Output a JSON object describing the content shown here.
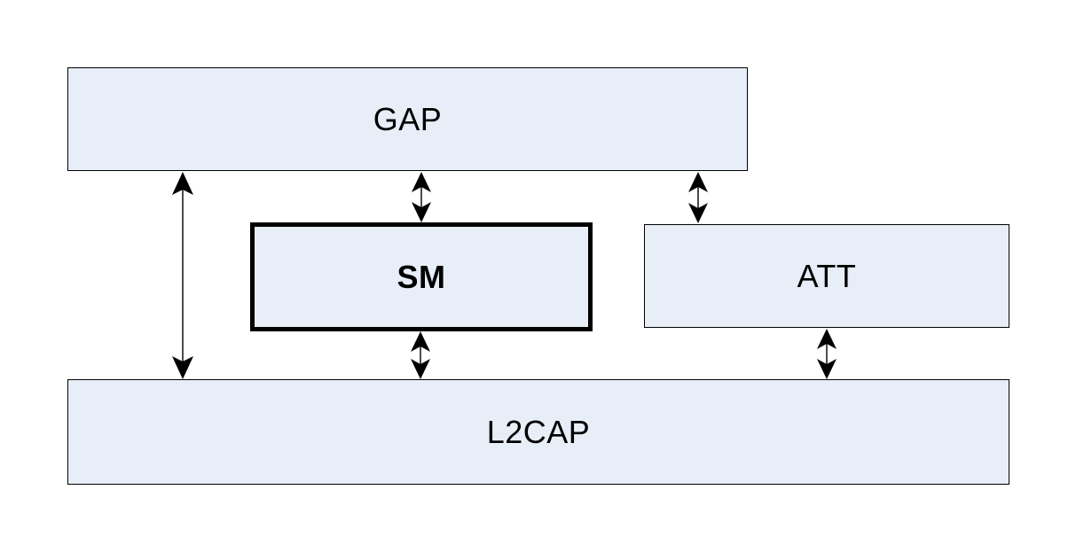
{
  "diagram": {
    "type": "block-diagram",
    "nodes": {
      "gap": {
        "label": "GAP"
      },
      "sm": {
        "label": "SM"
      },
      "att": {
        "label": "ATT"
      },
      "l2cap": {
        "label": "L2CAP"
      }
    },
    "edges": [
      {
        "from": "GAP",
        "to": "L2CAP",
        "type": "bidirectional-arrow"
      },
      {
        "from": "GAP",
        "to": "SM",
        "type": "bidirectional-arrow"
      },
      {
        "from": "GAP",
        "to": "ATT",
        "type": "bidirectional-arrow"
      },
      {
        "from": "SM",
        "to": "L2CAP",
        "type": "bidirectional-arrow"
      },
      {
        "from": "ATT",
        "to": "L2CAP",
        "type": "bidirectional-arrow"
      }
    ],
    "colors": {
      "node_fill": "#E8EEF7",
      "node_border": "#000000",
      "arrow": "#000000",
      "background": "#FFFFFF"
    }
  }
}
